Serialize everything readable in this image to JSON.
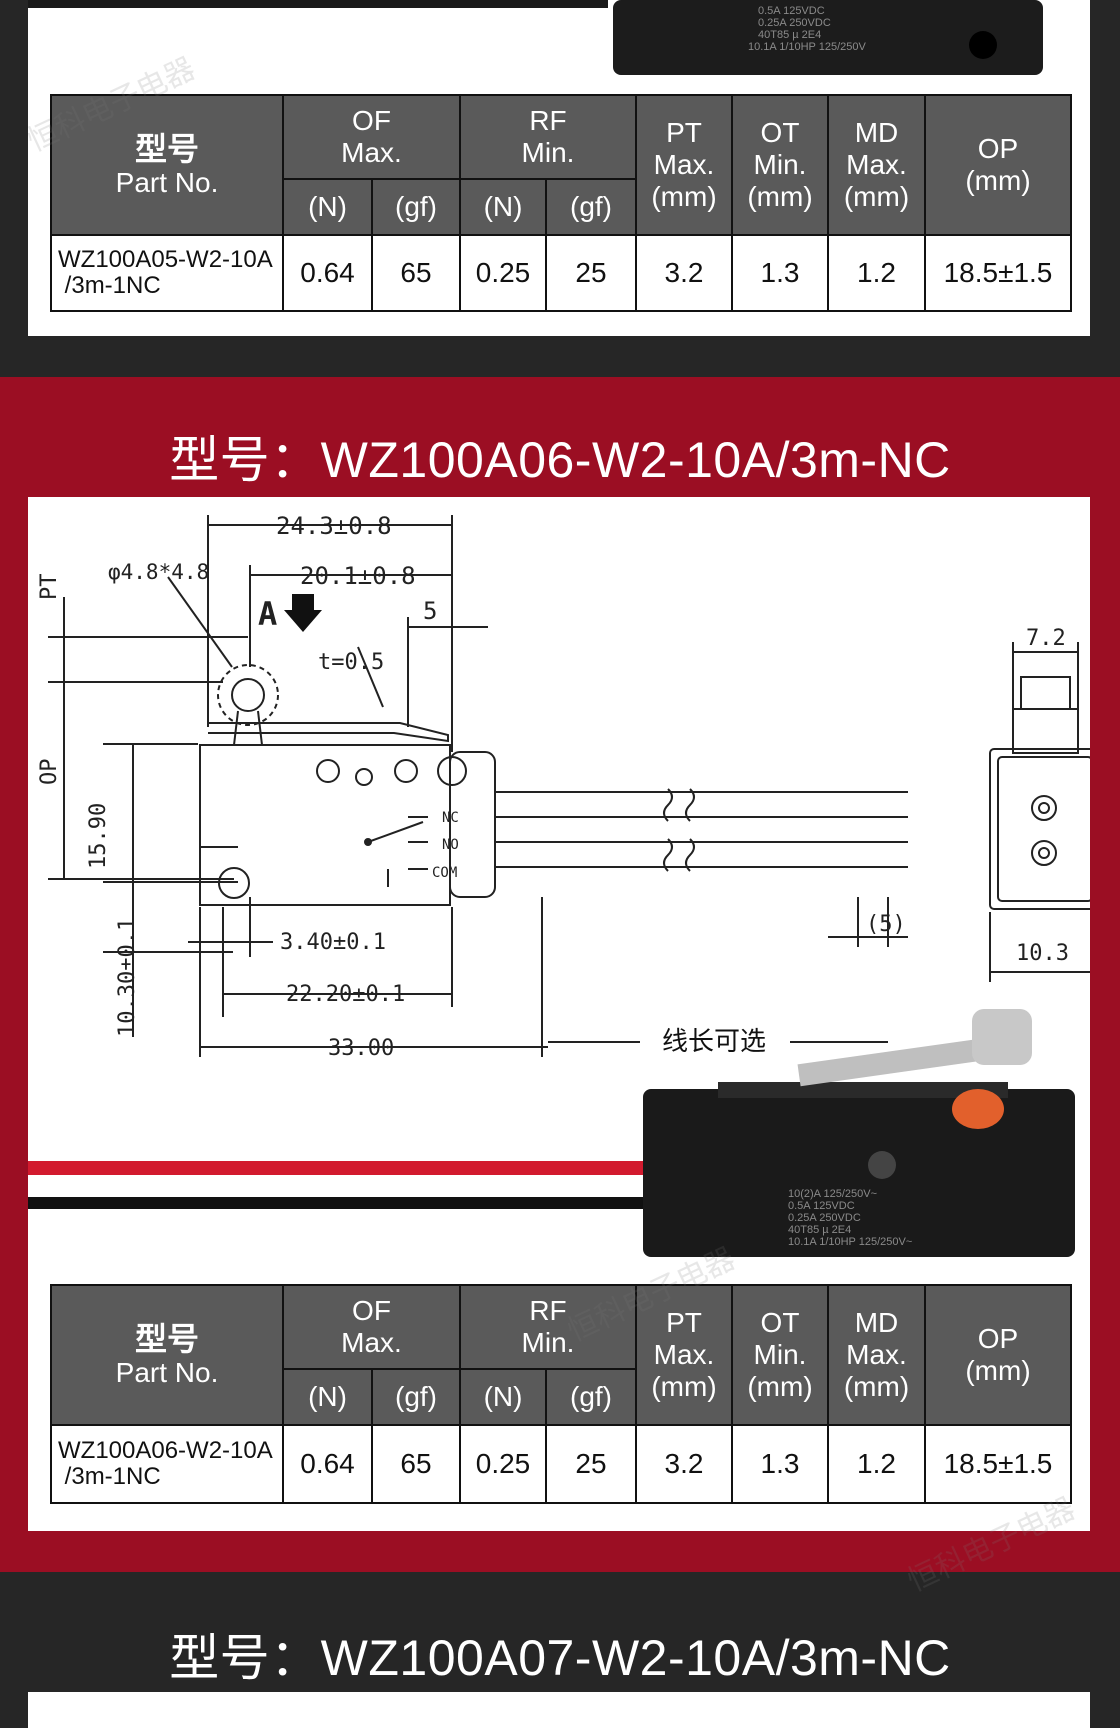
{
  "section_a": {
    "product_label": [
      "0.5A 125VDC",
      "0.25A 250VDC",
      "40T85 µ 2E4",
      "10.1A 1/10HP 125/250V"
    ],
    "table": {
      "part_header_cn": "型号",
      "part_header_en": "Part No.",
      "col_of": [
        "OF",
        "Max."
      ],
      "col_rf": [
        "RF",
        "Min."
      ],
      "col_pt": [
        "PT",
        "Max.",
        "(mm)"
      ],
      "col_ot": [
        "OT",
        "Min.",
        "(mm)"
      ],
      "col_md": [
        "MD",
        "Max.",
        "(mm)"
      ],
      "col_op": [
        "OP",
        "(mm)"
      ],
      "unit_n": "(N)",
      "unit_gf": "(gf)",
      "row": {
        "part_line1": "WZ100A05-W2-10A",
        "part_line2": "/3m-1NC",
        "of_n": "0.64",
        "of_gf": "65",
        "rf_n": "0.25",
        "rf_gf": "25",
        "pt": "3.2",
        "ot": "1.3",
        "md": "1.2",
        "op": "18.5±1.5"
      }
    }
  },
  "section_b": {
    "title": "型号：WZ100A06-W2-10A/3m-NC",
    "drawing": {
      "dim_24_3": "24.3±0.8",
      "dim_20_1": "20.1±0.8",
      "dim_5": "5",
      "roller": "φ4.8*4.8",
      "arrow_label": "A",
      "thickness": "t=0.5",
      "pt": "PT",
      "op": "OP",
      "dim_15_90": "15.90",
      "dim_10_30": "10.30±0.1",
      "dim_3_40": "3.40±0.1",
      "dim_22_20": "22.20±0.1",
      "dim_33": "33.00",
      "dim_7_2": "7.2",
      "dim_10_3": "10.3",
      "dim_5b": "(5)",
      "nc": "NC",
      "no": "NO",
      "com": "COM",
      "wire_note": "线长可选"
    },
    "product_label": [
      "10(2)A 125/250V~",
      "0.5A 125VDC",
      "0.25A 250VDC",
      "40T85 µ 2E4",
      "10.1A 1/10HP 125/250V~"
    ],
    "table": {
      "part_header_cn": "型号",
      "part_header_en": "Part No.",
      "col_of": [
        "OF",
        "Max."
      ],
      "col_rf": [
        "RF",
        "Min."
      ],
      "col_pt": [
        "PT",
        "Max.",
        "(mm)"
      ],
      "col_ot": [
        "OT",
        "Min.",
        "(mm)"
      ],
      "col_md": [
        "MD",
        "Max.",
        "(mm)"
      ],
      "col_op": [
        "OP",
        "(mm)"
      ],
      "unit_n": "(N)",
      "unit_gf": "(gf)",
      "row": {
        "part_line1": "WZ100A06-W2-10A",
        "part_line2": "/3m-1NC",
        "of_n": "0.64",
        "of_gf": "65",
        "rf_n": "0.25",
        "rf_gf": "25",
        "pt": "3.2",
        "ot": "1.3",
        "md": "1.2",
        "op": "18.5±1.5"
      }
    }
  },
  "section_c": {
    "title": "型号：WZ100A07-W2-10A/3m-NC"
  },
  "watermark": "恒科电子电器",
  "colors": {
    "red_band": "#9b0e23",
    "dark_band": "#262626",
    "header_gray": "#5a5a5a"
  }
}
